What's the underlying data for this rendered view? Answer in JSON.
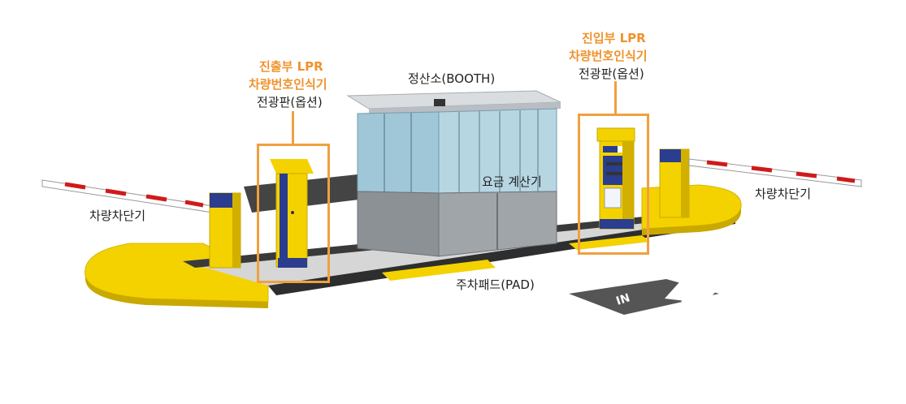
{
  "colors": {
    "accent_orange": "#f0a040",
    "label_orange": "#f0922c",
    "label_dark": "#222222",
    "barrier_yellow": "#f4d200",
    "barrier_blue": "#2a3d8f",
    "road_dark": "#3a3a3a",
    "booth_glass": "#9fc7d8"
  },
  "labels": {
    "exit_lpr": {
      "line1": "진출부 LPR",
      "line2": "차량번호인식기",
      "line3": "전광판(옵션)"
    },
    "entry_lpr": {
      "line1": "진입부 LPR",
      "line2": "차량번호인식기",
      "line3": "전광판(옵션)"
    },
    "booth": "정산소(BOOTH)",
    "pay_machine": "요금 계산기",
    "barrier_left": "차량차단기",
    "barrier_right": "차량차단기",
    "pad": "주차패드(PAD)",
    "in_marker": "IN"
  }
}
